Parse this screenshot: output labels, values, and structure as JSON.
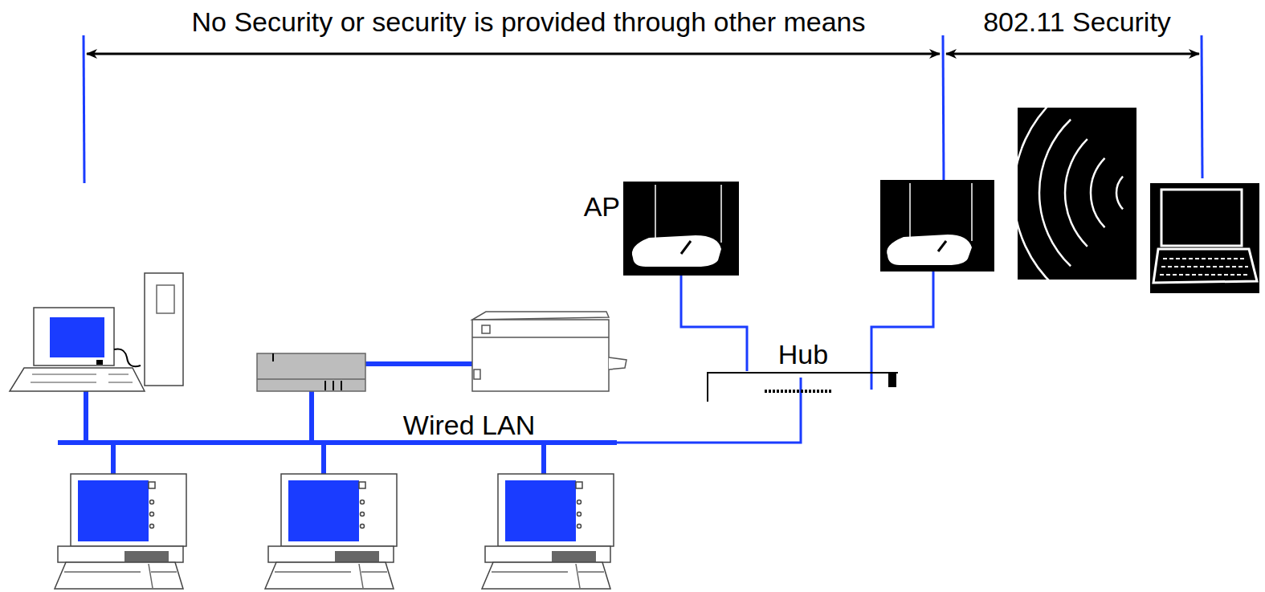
{
  "diagram": {
    "nodes": [
      {
        "text": [
          "AP"
        ]
      },
      {
        "text": [
          "Hub"
        ]
      }
    ],
    "edges": [
      {
        "from": 0,
        "to": 1,
        "arrow": "none"
      }
    ],
    "labels": [
      "No Security or security is provided through other means",
      "802.11 Security",
      "Wired LAN"
    ]
  }
}
